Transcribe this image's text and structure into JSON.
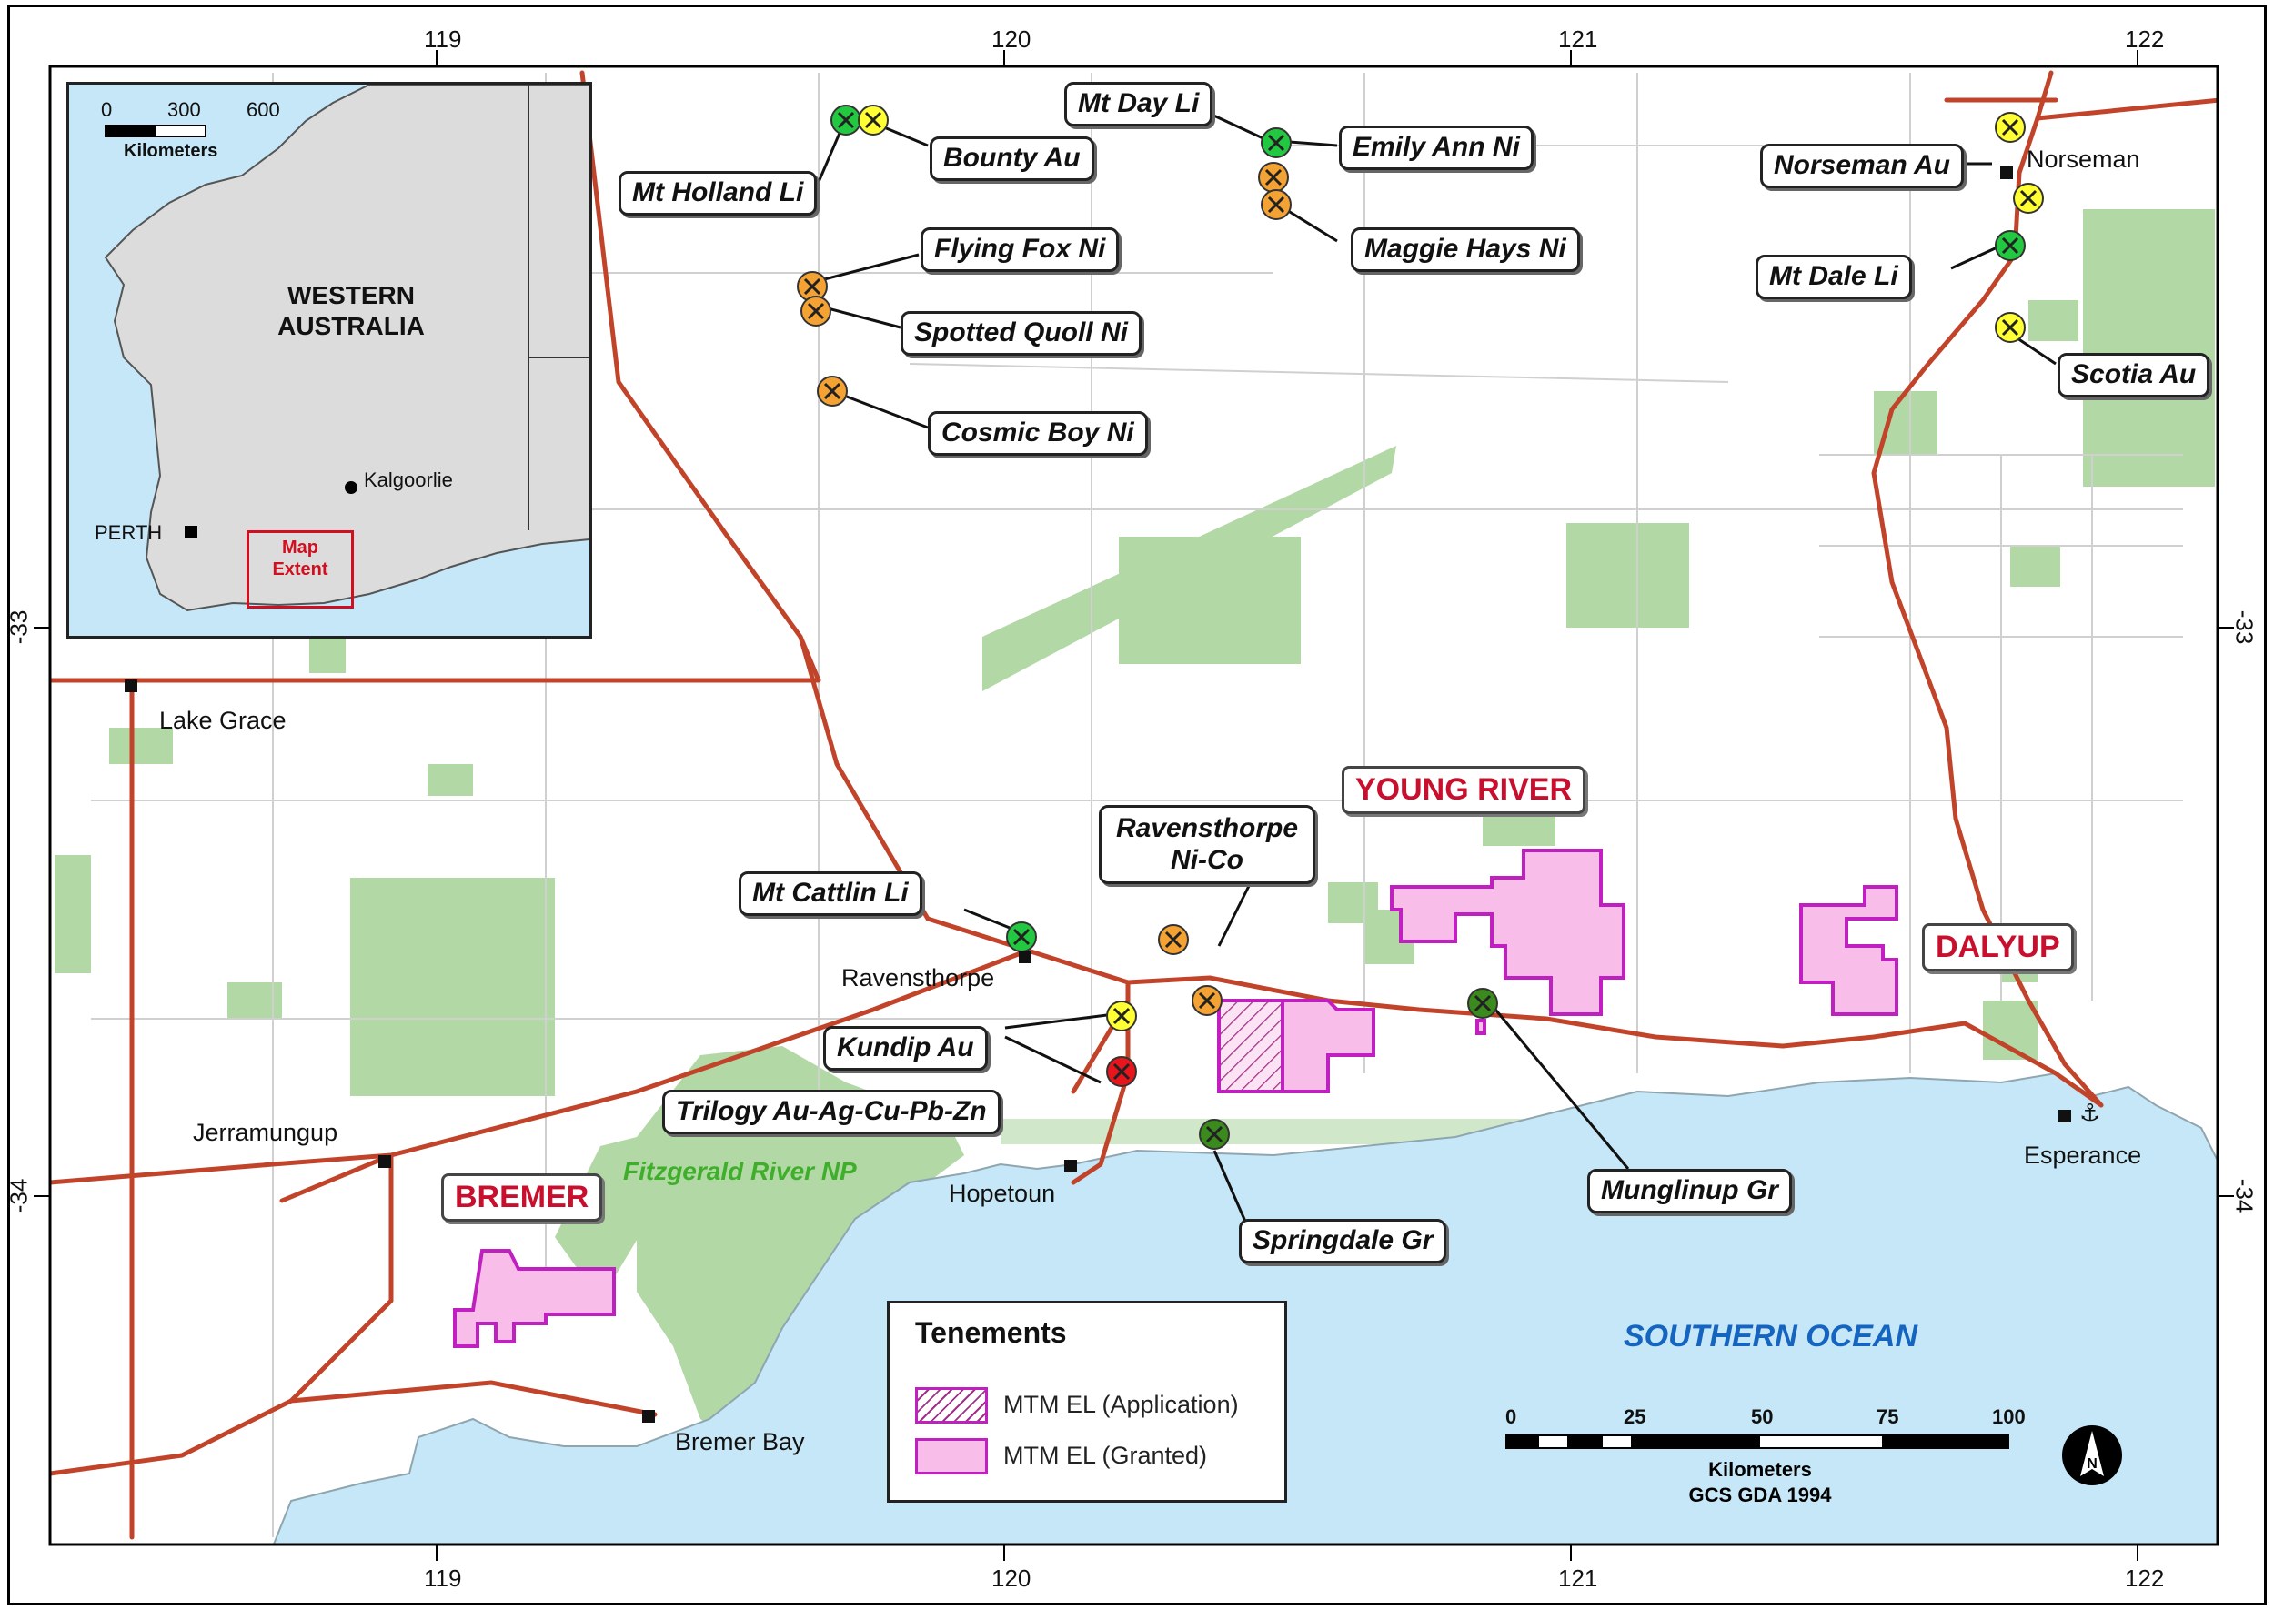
{
  "map_frame": {
    "longitude_ticks": [
      "119",
      "120",
      "121",
      "122"
    ],
    "latitude_ticks": [
      "-33",
      "-34"
    ]
  },
  "towns": {
    "norseman": "Norseman",
    "lake_grace": "Lake Grace",
    "ravensthorpe": "Ravensthorpe",
    "jerramungup": "Jerramungup",
    "hopetoun": "Hopetoun",
    "bremer_bay": "Bremer Bay",
    "esperance": "Esperance"
  },
  "deposits": {
    "mt_holland": "Mt Holland Li",
    "bounty": "Bounty Au",
    "mt_day": "Mt Day Li",
    "emily_ann": "Emily Ann Ni",
    "maggie_hays": "Maggie Hays Ni",
    "flying_fox": "Flying Fox Ni",
    "spotted_quoll": "Spotted Quoll Ni",
    "cosmic_boy": "Cosmic Boy Ni",
    "norseman_au": "Norseman Au",
    "mt_dale": "Mt Dale Li",
    "scotia": "Scotia Au",
    "ravensthorpe_nico": "Ravensthorpe",
    "ravensthorpe_nico_2": "Ni-Co",
    "mt_cattlin": "Mt Cattlin Li",
    "kundip": "Kundip Au",
    "trilogy": "Trilogy Au-Ag-Cu-Pb-Zn",
    "springdale": "Springdale Gr",
    "munglinup": "Munglinup Gr"
  },
  "regions": {
    "young_river": "YOUNG RIVER",
    "dalyup": "DALYUP",
    "bremer": "BREMER"
  },
  "features": {
    "park": "Fitzgerald River NP",
    "ocean": "SOUTHERN OCEAN"
  },
  "legend": {
    "title": "Tenements",
    "application": "MTM EL (Application)",
    "granted": "MTM EL (Granted)"
  },
  "scale": {
    "ticks": [
      "0",
      "25",
      "50",
      "75",
      "100"
    ],
    "units": "Kilometers",
    "datum": "GCS GDA 1994"
  },
  "inset": {
    "scale_ticks": [
      "0",
      "300",
      "600"
    ],
    "scale_units": "Kilometers",
    "state_line1": "WESTERN",
    "state_line2": "AUSTRALIA",
    "kalgoorlie": "Kalgoorlie",
    "perth": "PERTH",
    "extent_line1": "Map",
    "extent_line2": "Extent"
  },
  "north_arrow": "N",
  "colors": {
    "lithium": "#22c940",
    "gold": "#ffff33",
    "nickel": "#f4a233",
    "base_metals": "#e8161c",
    "graphite": "#3a8a1e",
    "tenement_fill": "#f8bde8",
    "tenement_edge": "#c020c0",
    "ocean": "#c6e7f7",
    "vegetation": "#a9d49b",
    "road": "#c1442a"
  }
}
